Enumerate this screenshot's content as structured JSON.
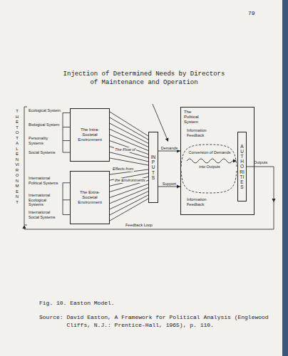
{
  "diagram": {
    "title": "Injection of Determined Needs by Directors of Maintenance and Operation",
    "caption": "Fig. 10. Easton Model.",
    "nodes": [
      {
        "text": [
          "The Intra-Societal Environment"
        ]
      },
      {
        "text": [
          "The Extra-Societal Environment"
        ]
      },
      {
        "text": [
          "INPUTS"
        ]
      },
      {
        "text": [
          "The Political System"
        ]
      },
      {
        "text": [
          "AUTHORITIES"
        ],
        "in": 3
      }
    ],
    "edges": [
      {
        "from": 0,
        "to": 2,
        "arrow": "none"
      },
      {
        "from": 1,
        "to": 2,
        "arrow": "none"
      },
      {
        "from": 2,
        "to": 3,
        "label": "Demands",
        "arrow": "to"
      },
      {
        "from": 2,
        "to": 3,
        "label": "Support",
        "arrow": "to"
      }
    ],
    "labels": [
      "79",
      "THE TOTAL ENVIRONMENT",
      "Ecological System",
      "Biological System",
      "Personality Systems",
      "Social Systems",
      "International Political Systems",
      "International Ecological Systems",
      "International Social Systems",
      "The Flow of",
      "Effects from",
      "the Environments",
      "Information Feedback",
      "Conversion of Demands",
      "into Outputs",
      "Information Feedback",
      "Outputs",
      "Feedback Loop",
      "Source: David Easton, A Framework for Political Analysis (Englewood Cliffs, N.J.: Prentice-Hall, 1965), p. 110."
    ]
  }
}
